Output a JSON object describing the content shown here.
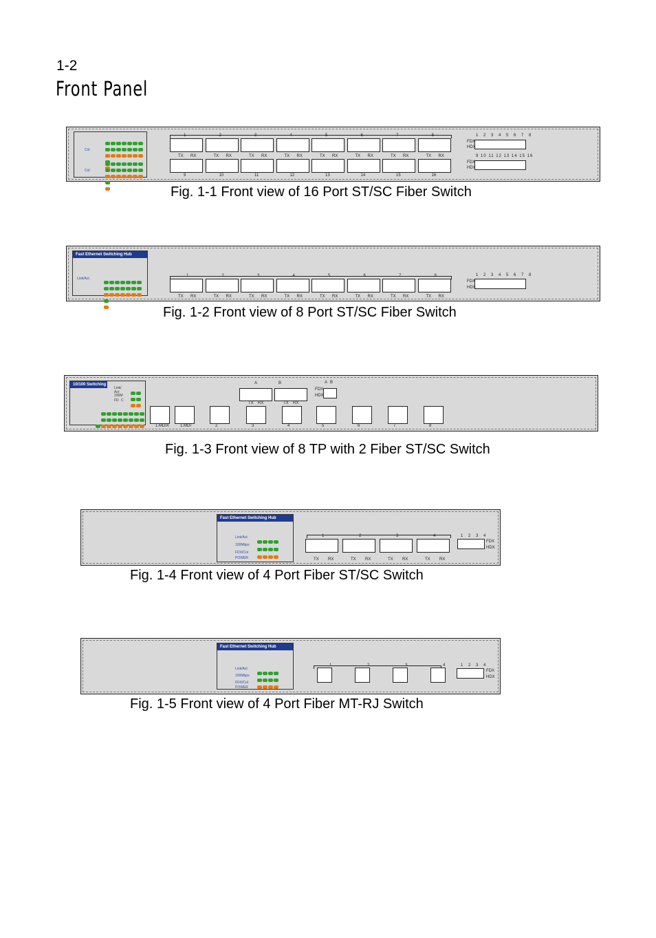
{
  "page": {
    "number": "1-2",
    "section_title": "Front Panel"
  },
  "figures": [
    {
      "caption": "Fig. 1-1  Front view of 16 Port ST/SC Fiber Switch",
      "top_ports": [
        "1",
        "2",
        "3",
        "4",
        "5",
        "6",
        "7",
        "8"
      ],
      "bottom_ports": [
        "9",
        "10",
        "11",
        "12",
        "13",
        "14",
        "15",
        "16"
      ],
      "txrx": [
        "TX",
        "RX"
      ],
      "fdx": "FDX",
      "hdx": "HDX",
      "dip_top": [
        "1",
        "2",
        "3",
        "4",
        "5",
        "6",
        "7",
        "8"
      ],
      "dip_bottom": [
        "9",
        "10",
        "11",
        "12",
        "13",
        "14",
        "15",
        "16"
      ],
      "led_labels": [
        "Col",
        "Col"
      ]
    },
    {
      "caption": "Fig. 1-2  Front view of 8 Port ST/SC Fiber Switch",
      "header": "Fast Ethernet Switching Hub",
      "ports": [
        "1",
        "2",
        "3",
        "4",
        "5",
        "6",
        "7",
        "8"
      ],
      "txrx": [
        "TX",
        "RX"
      ],
      "fdx": "FDX",
      "hdx": "HDX",
      "dip": [
        "1",
        "2",
        "3",
        "4",
        "5",
        "6",
        "7",
        "8"
      ],
      "led_label": "Link/Act"
    },
    {
      "caption": "Fig. 1-3  Front view of 8 TP with 2 Fiber ST/SC Switch",
      "header": "10/100 Switching",
      "fiber_ports": [
        "A",
        "B"
      ],
      "fiber_txrx": [
        "TX",
        "RX",
        "TX",
        "RX"
      ],
      "fdx": "FDX",
      "hdx": "HDX",
      "dip": [
        "A",
        "B"
      ],
      "led_labels": [
        "Link/",
        "Act",
        "100M",
        "FD",
        "C"
      ],
      "tp_labels": [
        "1.MDIX",
        "1.MDI",
        "2",
        "3",
        "4",
        "5",
        "6",
        "7",
        "8"
      ]
    },
    {
      "caption": "Fig. 1-4  Front view of 4 Port Fiber ST/SC Switch",
      "header": "Fast Ethernet Switching Hub",
      "ports": [
        "1",
        "2",
        "3",
        "4"
      ],
      "txrx": [
        "TX",
        "RX"
      ],
      "fdx": "FDX",
      "hdx": "HDX",
      "dip": [
        "1",
        "2",
        "3",
        "4"
      ],
      "led_labels": [
        "Link/Act",
        "100Mbps",
        "FDX/Col",
        "POWER"
      ]
    },
    {
      "caption": "Fig. 1-5  Front view of 4 Port Fiber MT-RJ Switch",
      "header": "Fast Ethernet Switching Hub",
      "ports": [
        "1",
        "2",
        "3",
        "4"
      ],
      "fdx": "FDX",
      "hdx": "HDX",
      "dip": [
        "1",
        "2",
        "3",
        "4"
      ],
      "led_labels": [
        "Link/Act",
        "100Mbps",
        "FDX/Col",
        "POWER"
      ]
    }
  ],
  "colors": {
    "panel": "#d9d9d9",
    "header_blue": "#1f3b8f",
    "led_green": "#2ea22e",
    "led_orange": "#e27b12"
  }
}
